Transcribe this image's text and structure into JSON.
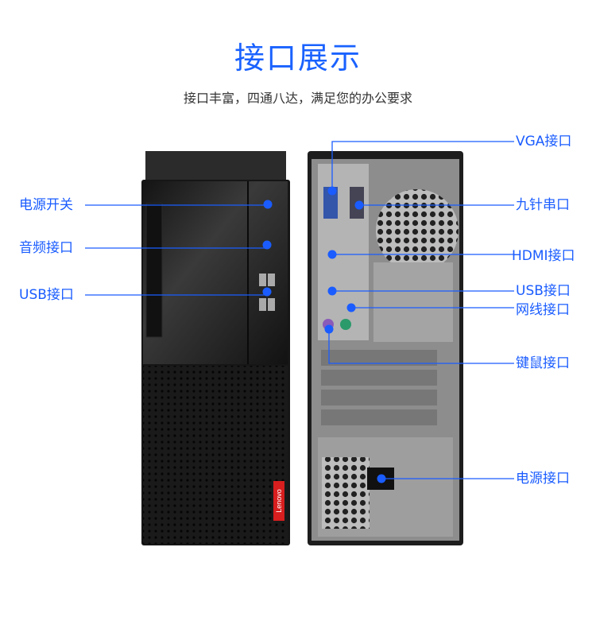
{
  "header": {
    "title": "接口展示",
    "subtitle": "接口丰富，四通八达，满足您的办公要求"
  },
  "front_labels": [
    "电源开关",
    "音频接口",
    "USB接口"
  ],
  "rear_labels": [
    "VGA接口",
    "九针串口",
    "HDMI接口",
    "USB接口",
    "网线接口",
    "键鼠接口",
    "电源接口"
  ],
  "brand": "Lenovo",
  "colors": {
    "accent": "#1a5cff",
    "case": "#1c1c1c",
    "rear_panel": "#9a9a9a"
  }
}
